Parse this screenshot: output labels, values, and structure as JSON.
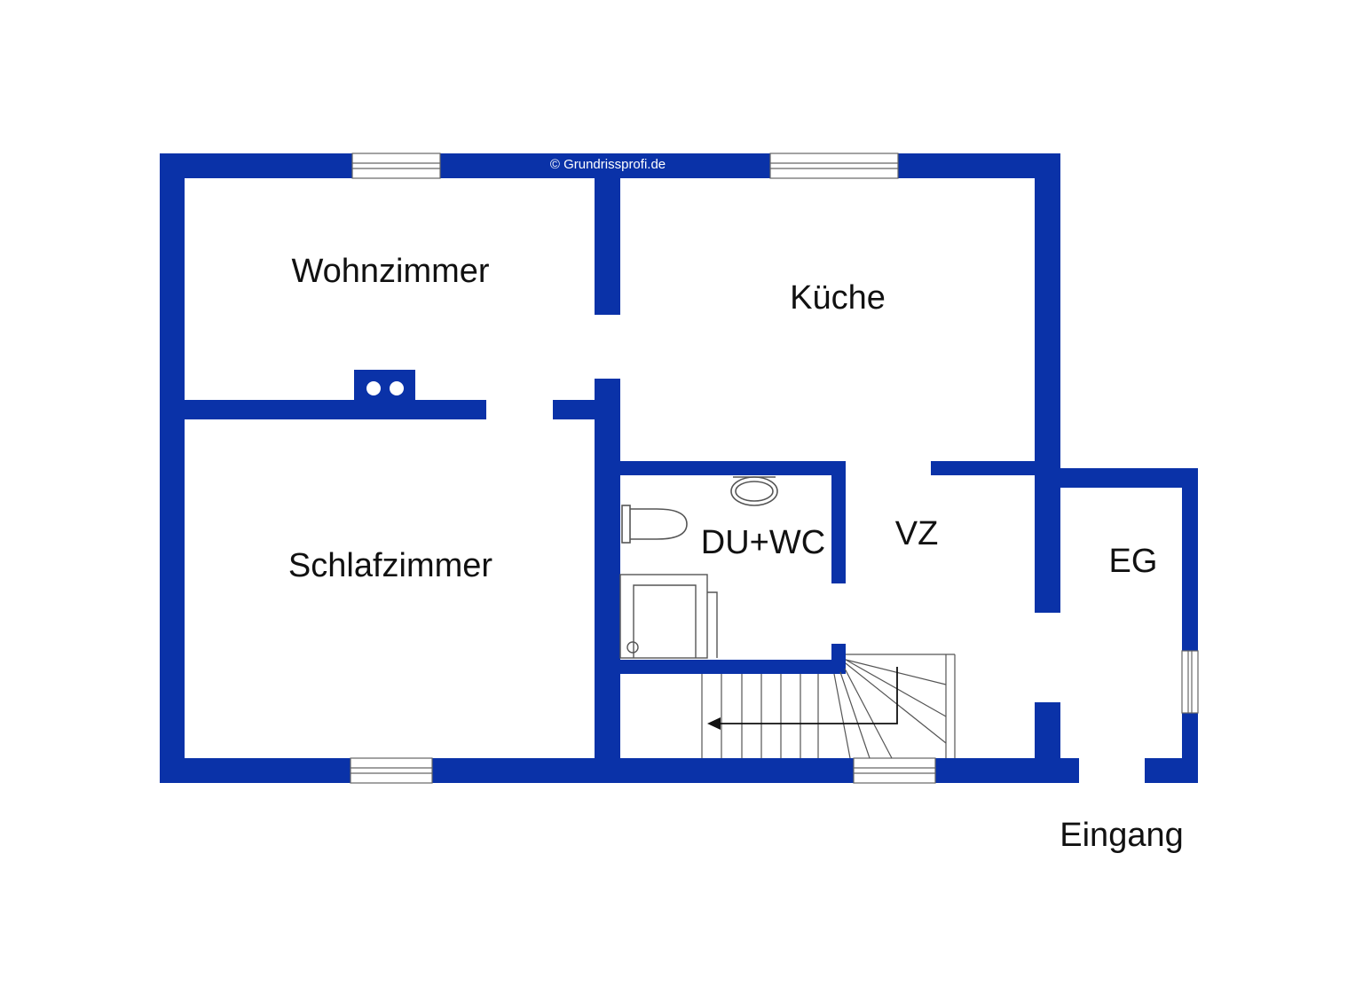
{
  "colors": {
    "wall": "#0a32a8",
    "background": "#ffffff",
    "fixture_line": "#555555",
    "label": "#111111"
  },
  "credit": "© Grundrissprofi.de",
  "rooms": {
    "wohnzimmer": "Wohnzimmer",
    "kueche": "Küche",
    "schlafzimmer": "Schlafzimmer",
    "du_wc": "DU+WC",
    "vz": "VZ",
    "eg": "EG"
  },
  "entrance_label": "Eingang",
  "icons": {
    "chimney": "chimney-icon",
    "toilet": "toilet-icon",
    "sink": "sink-icon",
    "shower": "shower-icon",
    "stairs": "staircase-icon",
    "stairs_arrow": "direction-arrow-icon"
  }
}
